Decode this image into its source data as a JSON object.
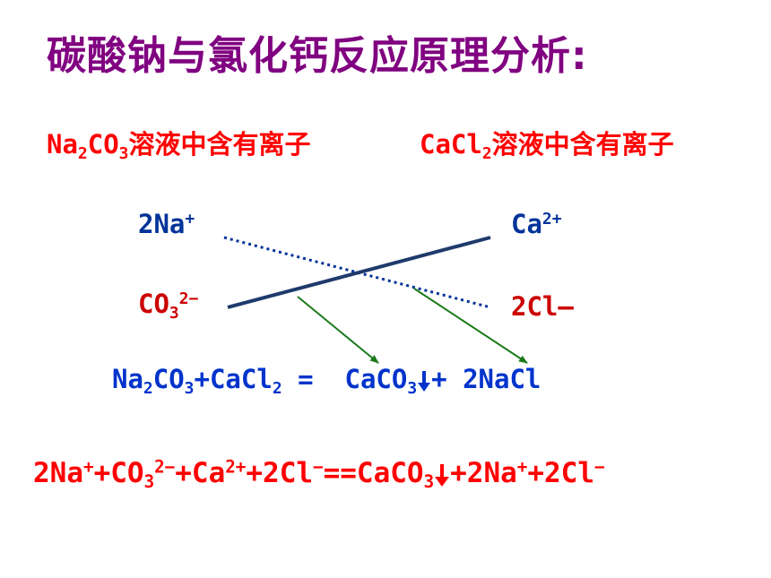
{
  "title": "碳酸钠与氯化钙反应原理分析:",
  "left_label": {
    "pre": "Na",
    "sub1": "2",
    "mid": "CO",
    "sub2": "3",
    "post": "溶液中含有离子"
  },
  "right_label": {
    "pre": "CaCl",
    "sub1": "2",
    "post": "溶液中含有离子"
  },
  "ions": {
    "na": {
      "base": "2Na",
      "charge": "+"
    },
    "co3": {
      "base": "CO",
      "sub": "3",
      "charge": "2−"
    },
    "ca": {
      "base": "Ca",
      "charge": "2+"
    },
    "cl": {
      "text": "2Cl—"
    }
  },
  "molecular_equation": {
    "p1": "Na",
    "s1": "2",
    "p2": "CO",
    "s2": "3",
    "p3": "+CaCl",
    "s3": "2",
    "eq": " = ",
    "p4": "CaCO",
    "s4": "3",
    "p5": "+ 2NaCl"
  },
  "ionic_equation": {
    "t1": "2Na",
    "c1": "+",
    "t2": "+CO",
    "s1": "3",
    "c2": "2−",
    "t3": "+Ca",
    "c3": "2+",
    "t4": "+2Cl",
    "c4": "−",
    "t5": "==CaCO",
    "s2": "3",
    "t6": "+2Na",
    "c5": "+",
    "t7": "+2Cl",
    "c6": "−"
  },
  "colors": {
    "title": "#800080",
    "red": "#ff0000",
    "blue": "#0033cc",
    "navy": "#003399",
    "green": "#1a7a1a"
  }
}
